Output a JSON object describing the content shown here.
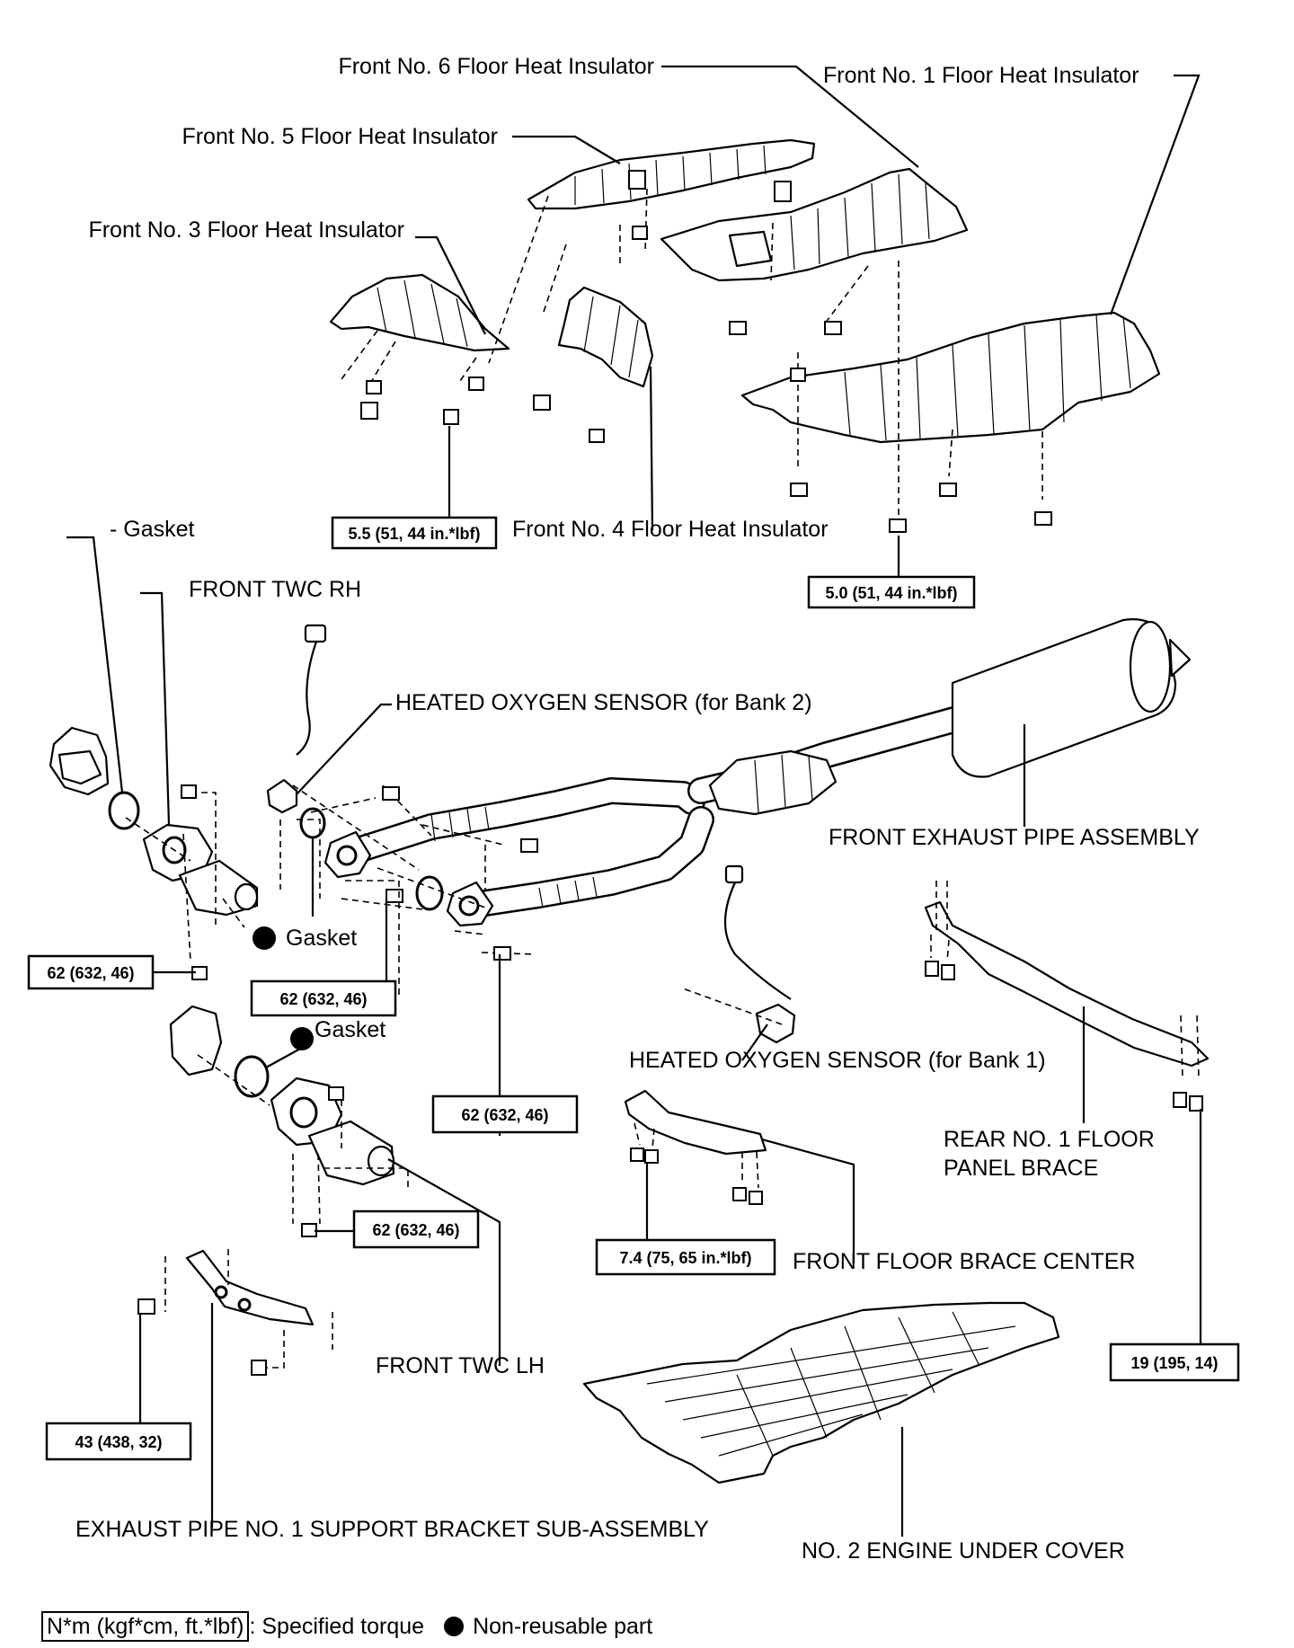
{
  "labels": {
    "front_no6": "Front No. 6 Floor Heat Insulator",
    "front_no1": "Front No. 1 Floor Heat Insulator",
    "front_no5": "Front No. 5 Floor Heat Insulator",
    "front_no3": "Front No. 3 Floor Heat Insulator",
    "front_no4": "Front No. 4 Floor Heat Insulator",
    "gasket_top": "- Gasket",
    "front_twc_rh": "FRONT TWC RH",
    "oxy_bank2": "HEATED OXYGEN SENSOR (for Bank 2)",
    "front_exhaust_pipe": "FRONT EXHAUST PIPE ASSEMBLY",
    "gasket_mid": "Gasket",
    "gasket_low": "Gasket",
    "oxy_bank1": "HEATED OXYGEN SENSOR (for Bank 1)",
    "rear_brace_line1": "REAR NO. 1 FLOOR",
    "rear_brace_line2": "PANEL BRACE",
    "front_floor_brace": "FRONT FLOOR BRACE CENTER",
    "front_twc_lh": "FRONT TWC LH",
    "support_bracket": "EXHAUST PIPE NO. 1 SUPPORT BRACKET SUB-ASSEMBLY",
    "under_cover": "NO. 2 ENGINE UNDER COVER"
  },
  "torque": {
    "t1": "5.5 (51, 44 in.*lbf)",
    "t2": "5.0 (51, 44 in.*lbf)",
    "t3": "62 (632, 46)",
    "t4": "62 (632, 46)",
    "t5": "62 (632, 46)",
    "t6": "62 (632, 46)",
    "t7": "7.4 (75, 65 in.*lbf)",
    "t8": "43 (438, 32)",
    "t9": "19 (195, 14)"
  },
  "legend": {
    "box_text": "N*m (kgf*cm, ft.*lbf)",
    "box_desc": ": Specified torque",
    "dot_desc": "Non-reusable part"
  }
}
